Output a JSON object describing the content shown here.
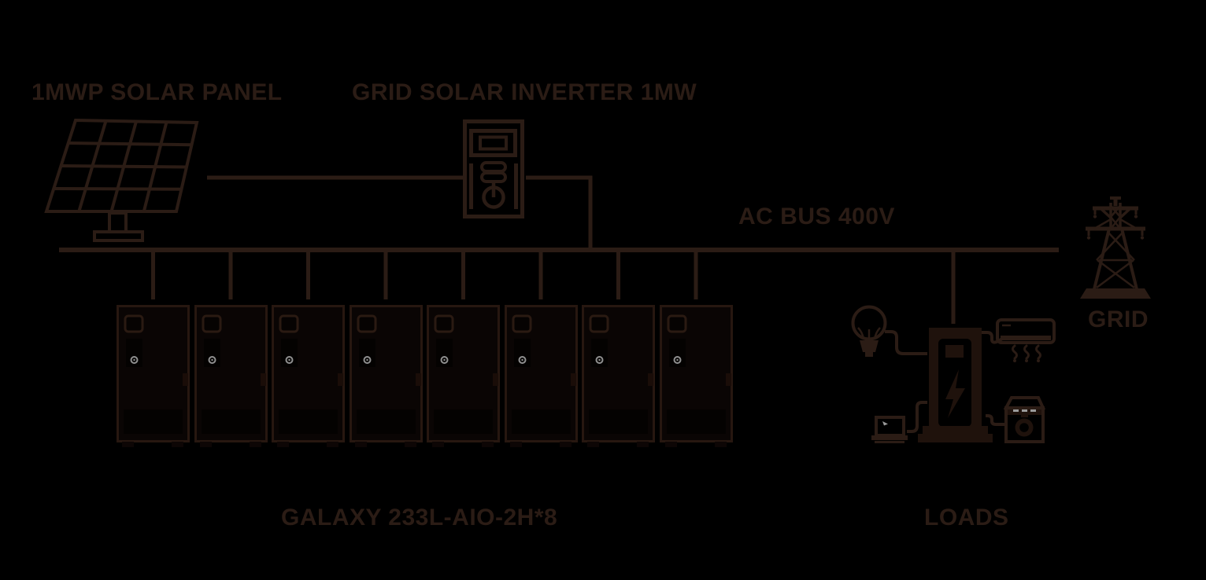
{
  "diagram": {
    "labels": {
      "solar_panel": "1MWP SOLAR PANEL",
      "inverter": "GRID SOLAR INVERTER 1MW",
      "ac_bus": "AC BUS 400V",
      "battery_system": "GALAXY 233L-AIO-2H*8",
      "loads": "LOADS",
      "grid": "GRID"
    },
    "battery_cabinet_count": 8,
    "icons": [
      "solar-panel-icon",
      "inverter-icon",
      "battery-cabinet-icon",
      "light-bulb-icon",
      "ev-charger-icon",
      "air-conditioner-icon",
      "laptop-icon",
      "washing-machine-icon",
      "transmission-tower-icon"
    ],
    "colors": {
      "background": "#000000",
      "ink": "#2b1c15",
      "cabinet_fill": "#0a0504",
      "indicator_ring": "#9b9b9b"
    }
  }
}
